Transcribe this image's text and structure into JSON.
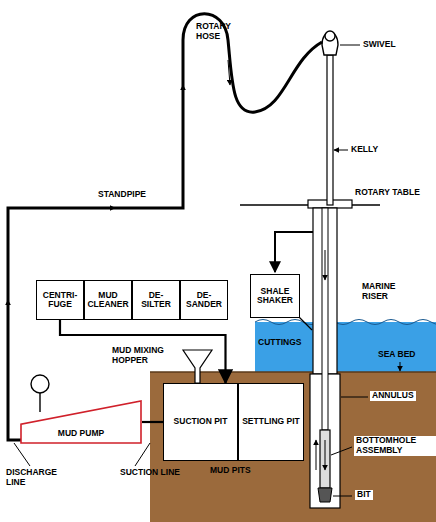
{
  "diagram": {
    "nodes": [
      {
        "text": [
          "CENTRI- FUGE"
        ]
      },
      {
        "text": [
          "MUD CLEANER"
        ]
      },
      {
        "text": [
          "DE- SILTER"
        ]
      },
      {
        "text": [
          "DE- SANDER"
        ]
      },
      {
        "text": [
          "SHALE SHAKER"
        ]
      },
      {
        "text": [
          "SUCTION PIT"
        ]
      },
      {
        "text": [
          "SETTLING PIT"
        ]
      },
      {
        "text": [
          "MUD PUMP"
        ]
      }
    ],
    "edges": [
      {
        "from": 0,
        "to": 5,
        "arrow": "to"
      },
      {
        "from": 5,
        "to": 7,
        "arrow": "none"
      }
    ],
    "labels": [
      "ROTARY HOSE",
      "SWIVEL",
      "STANDPIPE",
      "KELLY",
      "ROTARY TABLE",
      "MARINE RISER",
      "CUTTINGS",
      "SEA BED",
      "ANNULUS",
      "BOTTOMHOLE ASSEMBLY",
      "BIT",
      "MUD MIXING HOPPER",
      "DISCHARGE LINE",
      "SUCTION LINE",
      "MUD PITS"
    ]
  }
}
